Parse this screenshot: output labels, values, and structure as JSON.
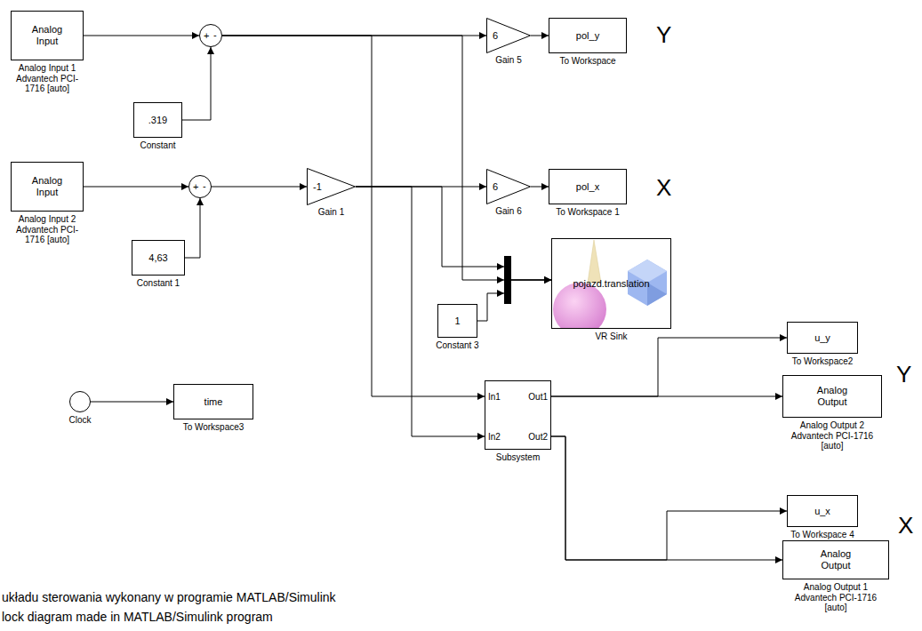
{
  "diagram": {
    "nodes": [
      {
        "text": [
          "Analog Input",
          "Analog Input 1 Advantech PCI-1716 [auto]"
        ]
      },
      {
        "text": [
          "+",
          "-"
        ]
      },
      {
        "text": [
          ".319",
          "Constant"
        ]
      },
      {
        "text": [
          "Analog Input",
          "Analog Input 2 Advantech PCI-1716 [auto]"
        ]
      },
      {
        "text": [
          "+",
          "-"
        ]
      },
      {
        "text": [
          "4,63",
          "Constant 1"
        ]
      },
      {
        "text": [
          "-1",
          "Gain 1"
        ]
      },
      {
        "text": [
          "6",
          "Gain 5"
        ]
      },
      {
        "text": [
          "pol_y",
          "To Workspace"
        ]
      },
      {
        "text": [
          "6",
          "Gain 6"
        ]
      },
      {
        "text": [
          "pol_x",
          "To Workspace 1"
        ]
      },
      {
        "text": [
          "pojazd.translation",
          "VR Sink"
        ]
      },
      {
        "text": [
          "1",
          "Constant 3"
        ]
      },
      {
        "text": [
          "Clock"
        ]
      },
      {
        "text": [
          "time",
          "To Workspace3"
        ]
      },
      {
        "text": [
          "In1",
          "Out1",
          "In2",
          "Out2",
          "Subsystem"
        ]
      },
      {
        "text": [
          "u_y",
          "To Workspace2"
        ]
      },
      {
        "text": [
          "Analog Output",
          "Analog Output 2 Advantech PCI-1716 [auto]"
        ]
      },
      {
        "text": [
          "u_x",
          "To Workspace 4"
        ]
      },
      {
        "text": [
          "Analog Output",
          "Analog Output 1 Advantech PCI-1716 [auto]"
        ]
      }
    ],
    "edges": [
      {
        "from": 0,
        "to": 1,
        "arrow": "to"
      },
      {
        "from": 2,
        "to": 1,
        "arrow": "to"
      },
      {
        "from": 3,
        "to": 4,
        "arrow": "to"
      },
      {
        "from": 5,
        "to": 4,
        "arrow": "to"
      },
      {
        "from": 4,
        "to": 6,
        "arrow": "to"
      },
      {
        "from": 1,
        "to": 7,
        "arrow": "to"
      },
      {
        "from": 7,
        "to": 8,
        "arrow": "to"
      },
      {
        "from": 6,
        "to": 9,
        "arrow": "to"
      },
      {
        "from": 9,
        "to": 10,
        "arrow": "to"
      },
      {
        "from": 6,
        "to": 11,
        "arrow": "to"
      },
      {
        "from": 1,
        "to": 11,
        "arrow": "to"
      },
      {
        "from": 12,
        "to": 11,
        "arrow": "to"
      },
      {
        "from": 1,
        "to": 15,
        "arrow": "to"
      },
      {
        "from": 6,
        "to": 15,
        "arrow": "to"
      },
      {
        "from": 13,
        "to": 14,
        "arrow": "to"
      },
      {
        "from": 15,
        "to": 16,
        "arrow": "to"
      },
      {
        "from": 15,
        "to": 17,
        "arrow": "to"
      },
      {
        "from": 15,
        "to": 18,
        "arrow": "to"
      },
      {
        "from": 15,
        "to": 19,
        "arrow": "to"
      }
    ],
    "labels": [
      "Y",
      "X",
      "Y",
      "X",
      "układu sterowania wykonany w programie MATLAB/Simulink",
      "lock diagram made in MATLAB/Simulink program"
    ]
  }
}
